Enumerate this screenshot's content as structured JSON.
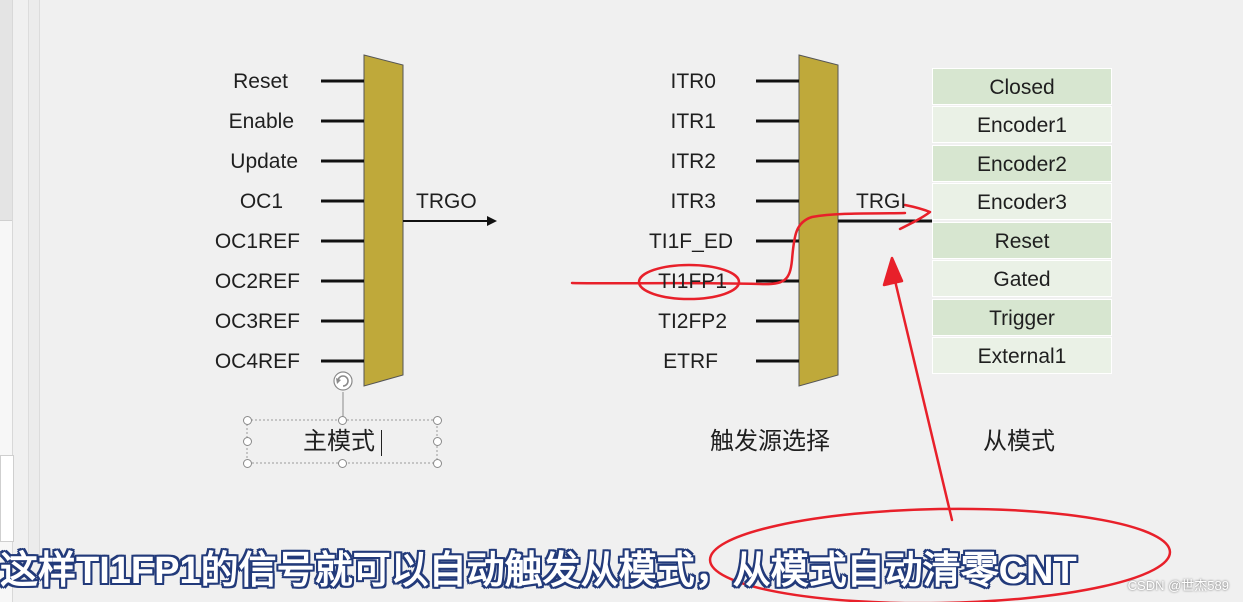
{
  "master": {
    "inputs": [
      "Reset",
      "Enable",
      "Update",
      "OC1",
      "OC1REF",
      "OC2REF",
      "OC3REF",
      "OC4REF"
    ],
    "output_label": "TRGO",
    "caption": "主模式"
  },
  "trigger_select": {
    "inputs": [
      "ITR0",
      "ITR1",
      "ITR2",
      "ITR3",
      "TI1F_ED",
      "TI1FP1",
      "TI2FP2",
      "ETRF"
    ],
    "output_label": "TRGI",
    "caption": "触发源选择"
  },
  "slave": {
    "modes": [
      "Closed",
      "Encoder1",
      "Encoder2",
      "Encoder3",
      "Reset",
      "Gated",
      "Trigger",
      "External1"
    ],
    "caption": "从模式"
  },
  "subtitle": "这样TI1FP1的信号就可以自动触发从模式，从模式自动清零CNT",
  "watermark": "CSDN @世杰589",
  "colors": {
    "mux_fill": "#bfa93a",
    "annotation_red": "#e8202a",
    "mode_cell_dark": "#d7e6d0",
    "mode_cell_light": "#eaf1e6",
    "background": "#f0f0f0"
  }
}
